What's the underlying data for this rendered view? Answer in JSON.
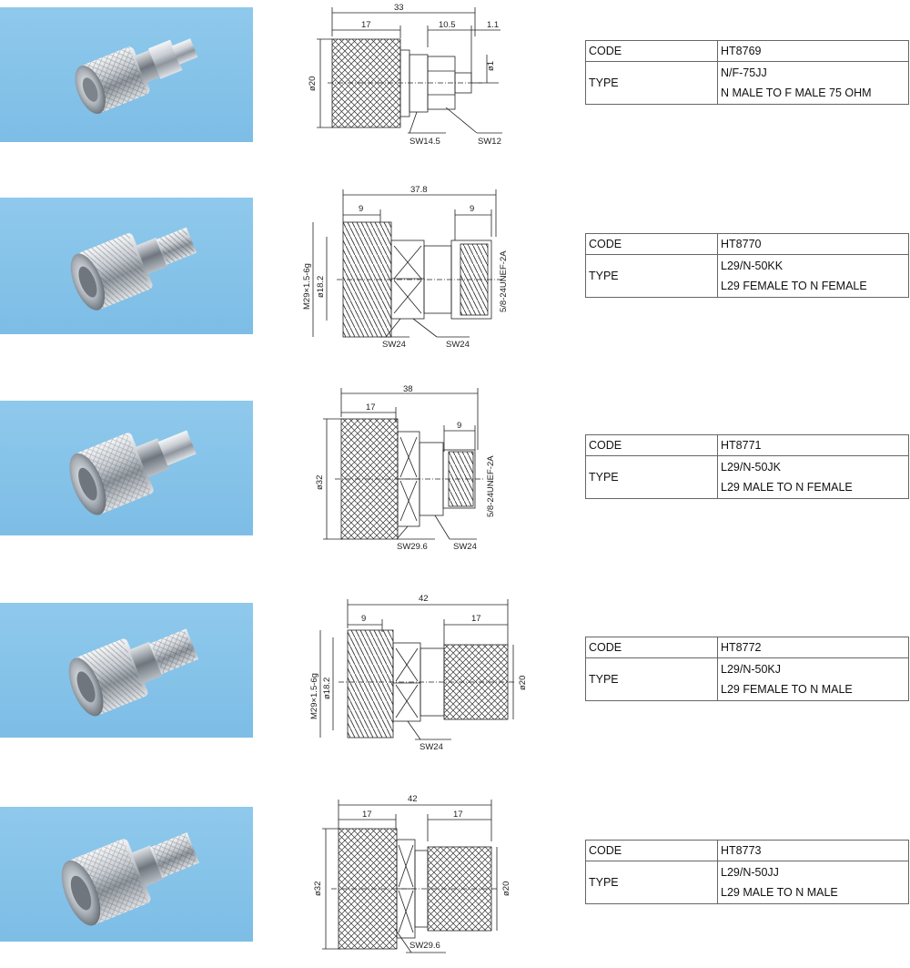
{
  "labels": {
    "code": "CODE",
    "type": "TYPE"
  },
  "products": [
    {
      "code": "HT8769",
      "model": "N/F-75JJ",
      "description": "N MALE TO F MALE 75 OHM",
      "dims": {
        "overall": "33",
        "seg_a": "17",
        "seg_b": "10.5",
        "seg_c": "1.1",
        "dia_main": "ø20",
        "dia_pin": "ø1",
        "sw_1": "SW14.5",
        "sw_2": "SW12"
      }
    },
    {
      "code": "HT8770",
      "model": "L29/N-50KK",
      "description": "L29 FEMALE TO N FEMALE",
      "dims": {
        "overall": "37.8",
        "seg_a": "9",
        "seg_b": "9",
        "thread_main": "M29×1.5-6g",
        "dia_inner": "ø18.2",
        "thread_side": "5/8-24UNEF-2A",
        "sw_1": "SW24",
        "sw_2": "SW24"
      }
    },
    {
      "code": "HT8771",
      "model": "L29/N-50JK",
      "description": "L29 MALE TO N FEMALE",
      "dims": {
        "overall": "38",
        "seg_a": "17",
        "seg_b": "9",
        "dia_main": "ø32",
        "thread_side": "5/8-24UNEF-2A",
        "sw_1": "SW29.6",
        "sw_2": "SW24"
      }
    },
    {
      "code": "HT8772",
      "model": "L29/N-50KJ",
      "description": "L29 FEMALE TO N MALE",
      "dims": {
        "overall": "42",
        "seg_a": "9",
        "seg_b": "17",
        "thread_main": "M29×1.5-6g",
        "dia_inner": "ø18.2",
        "dia_side": "ø20",
        "sw_1": "SW24"
      }
    },
    {
      "code": "HT8773",
      "model": "L29/N-50JJ",
      "description": "L29 MALE TO N MALE",
      "dims": {
        "overall": "42",
        "seg_a": "17",
        "seg_b": "17",
        "dia_main": "ø32",
        "dia_side": "ø20",
        "sw_1": "SW29.6"
      }
    }
  ]
}
